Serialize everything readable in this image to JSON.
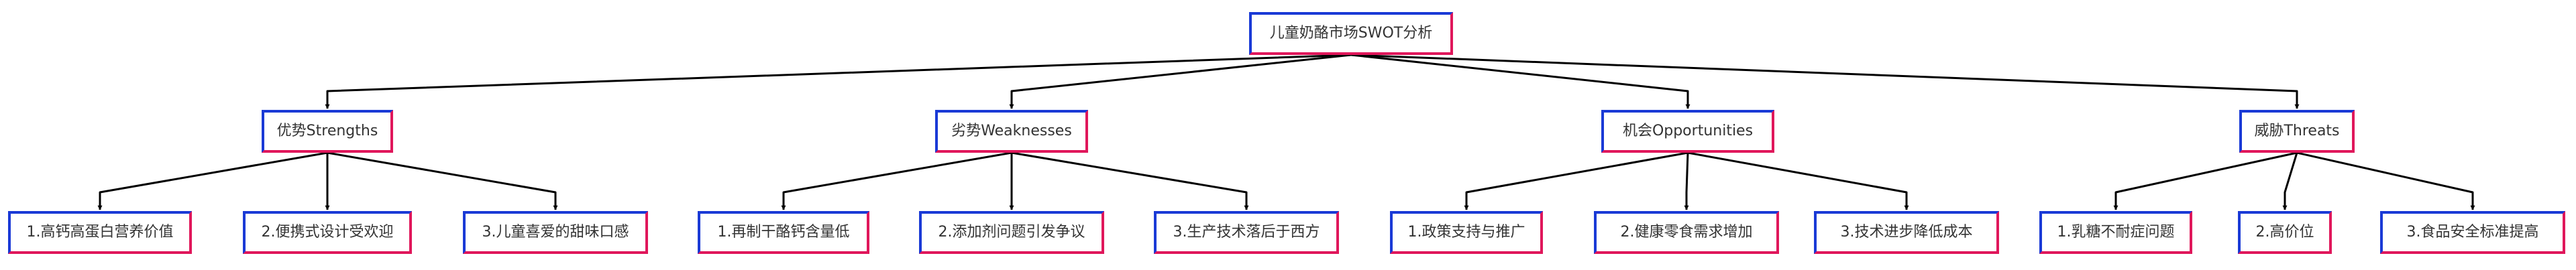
{
  "colors": {
    "border_left_top": "#1a3ad6",
    "border_right_bottom": "#e0175b",
    "edge": "#000000",
    "text": "#333333"
  },
  "root": {
    "label": "儿童奶酪市场SWOT分析"
  },
  "branches": [
    {
      "label": "优势Strengths",
      "children": [
        "1.高钙高蛋白营养价值",
        "2.便携式设计受欢迎",
        "3.儿童喜爱的甜味口感"
      ]
    },
    {
      "label": "劣势Weaknesses",
      "children": [
        "1.再制干酪钙含量低",
        "2.添加剂问题引发争议",
        "3.生产技术落后于西方"
      ]
    },
    {
      "label": "机会Opportunities",
      "children": [
        "1.政策支持与推广",
        "2.健康零食需求增加",
        "3.技术进步降低成本"
      ]
    },
    {
      "label": "威胁Threats",
      "children": [
        "1.乳糖不耐症问题",
        "2.高价位",
        "3.食品安全标准提高"
      ]
    }
  ]
}
